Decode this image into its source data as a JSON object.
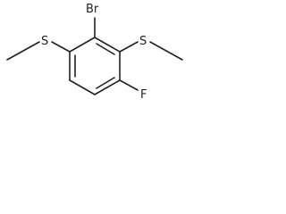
{
  "molecule": {
    "labels": {
      "bromine": "Br",
      "sulfur_left": "S",
      "sulfur_right": "S",
      "fluorine": "F"
    }
  }
}
